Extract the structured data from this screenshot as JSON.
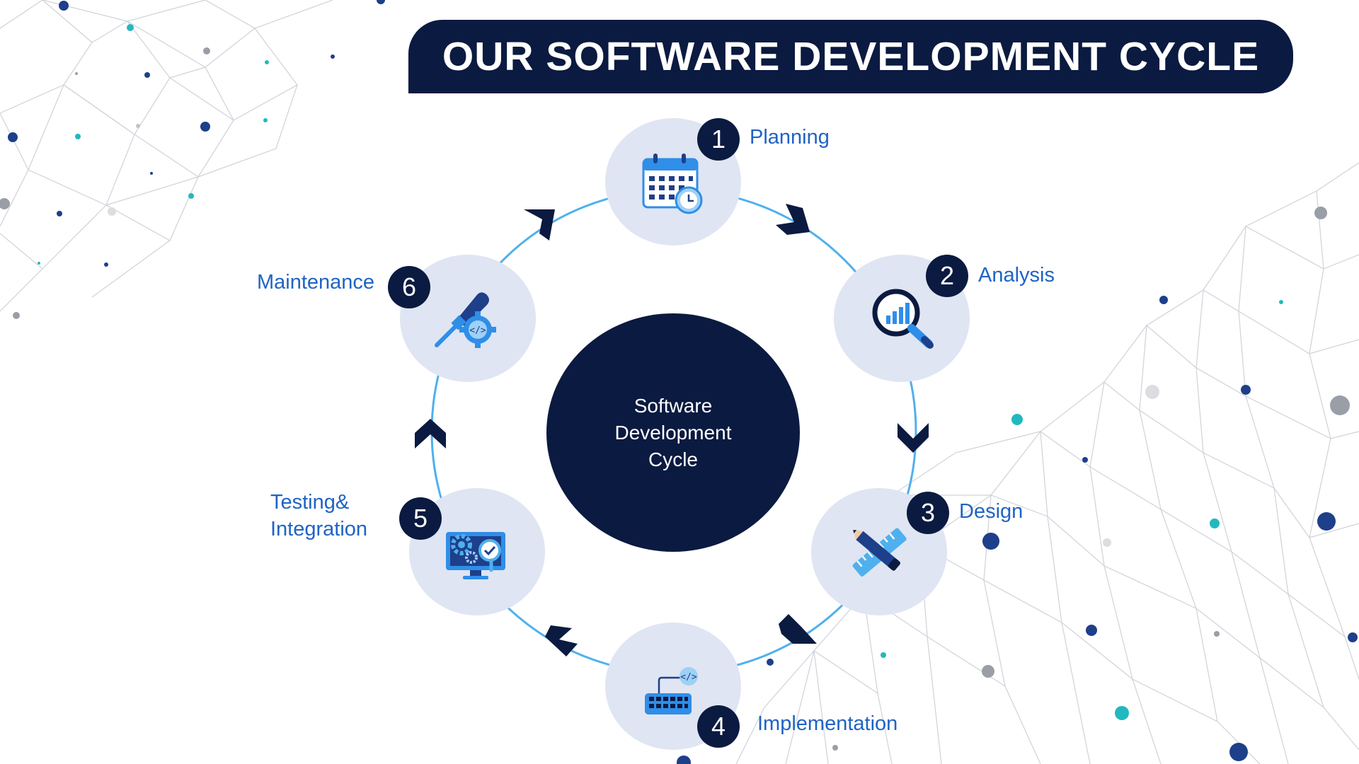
{
  "title": "OUR SOFTWARE DEVELOPMENT CYCLE",
  "center": {
    "line1": "Software",
    "line2": "Development",
    "line3": "Cycle"
  },
  "stages": [
    {
      "number": "1",
      "label": "Planning",
      "icon": "calendar-clock-icon"
    },
    {
      "number": "2",
      "label": "Analysis",
      "icon": "magnifier-chart-icon"
    },
    {
      "number": "3",
      "label": "Design",
      "icon": "pencil-ruler-icon"
    },
    {
      "number": "4",
      "label": "Implementation",
      "icon": "keyboard-code-icon"
    },
    {
      "number": "5",
      "label_line1": "Testing&",
      "label_line2": "Integration",
      "icon": "monitor-gears-check-icon"
    },
    {
      "number": "6",
      "label": "Maintenance",
      "icon": "wrench-code-gear-icon"
    }
  ],
  "colors": {
    "navy": "#0b1a40",
    "stage_fill": "#dfe5f2",
    "label_blue": "#1f63c4",
    "ring_blue": "#4fb0ee",
    "icon_blue": "#2f8ee8",
    "teal": "#22b8bf"
  }
}
